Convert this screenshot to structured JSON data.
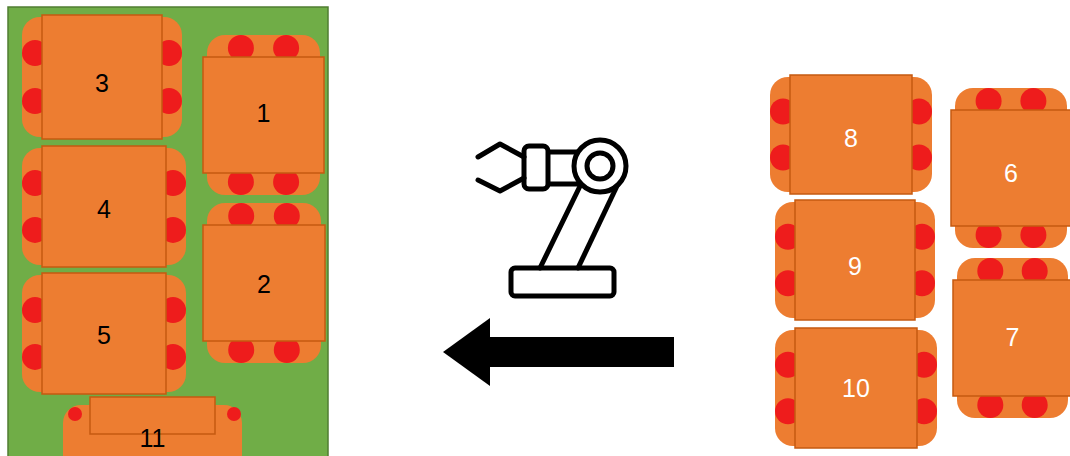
{
  "diagram": {
    "nodes": [
      {
        "text": [
          "3"
        ]
      },
      {
        "text": [
          "1"
        ]
      },
      {
        "text": [
          "4"
        ]
      },
      {
        "text": [
          "2"
        ]
      },
      {
        "text": [
          "5"
        ]
      },
      {
        "text": [
          "11"
        ]
      },
      {
        "text": [
          "8"
        ]
      },
      {
        "text": [
          "6"
        ]
      },
      {
        "text": [
          "9"
        ]
      },
      {
        "text": [
          "7"
        ]
      },
      {
        "text": [
          "10"
        ]
      }
    ]
  }
}
